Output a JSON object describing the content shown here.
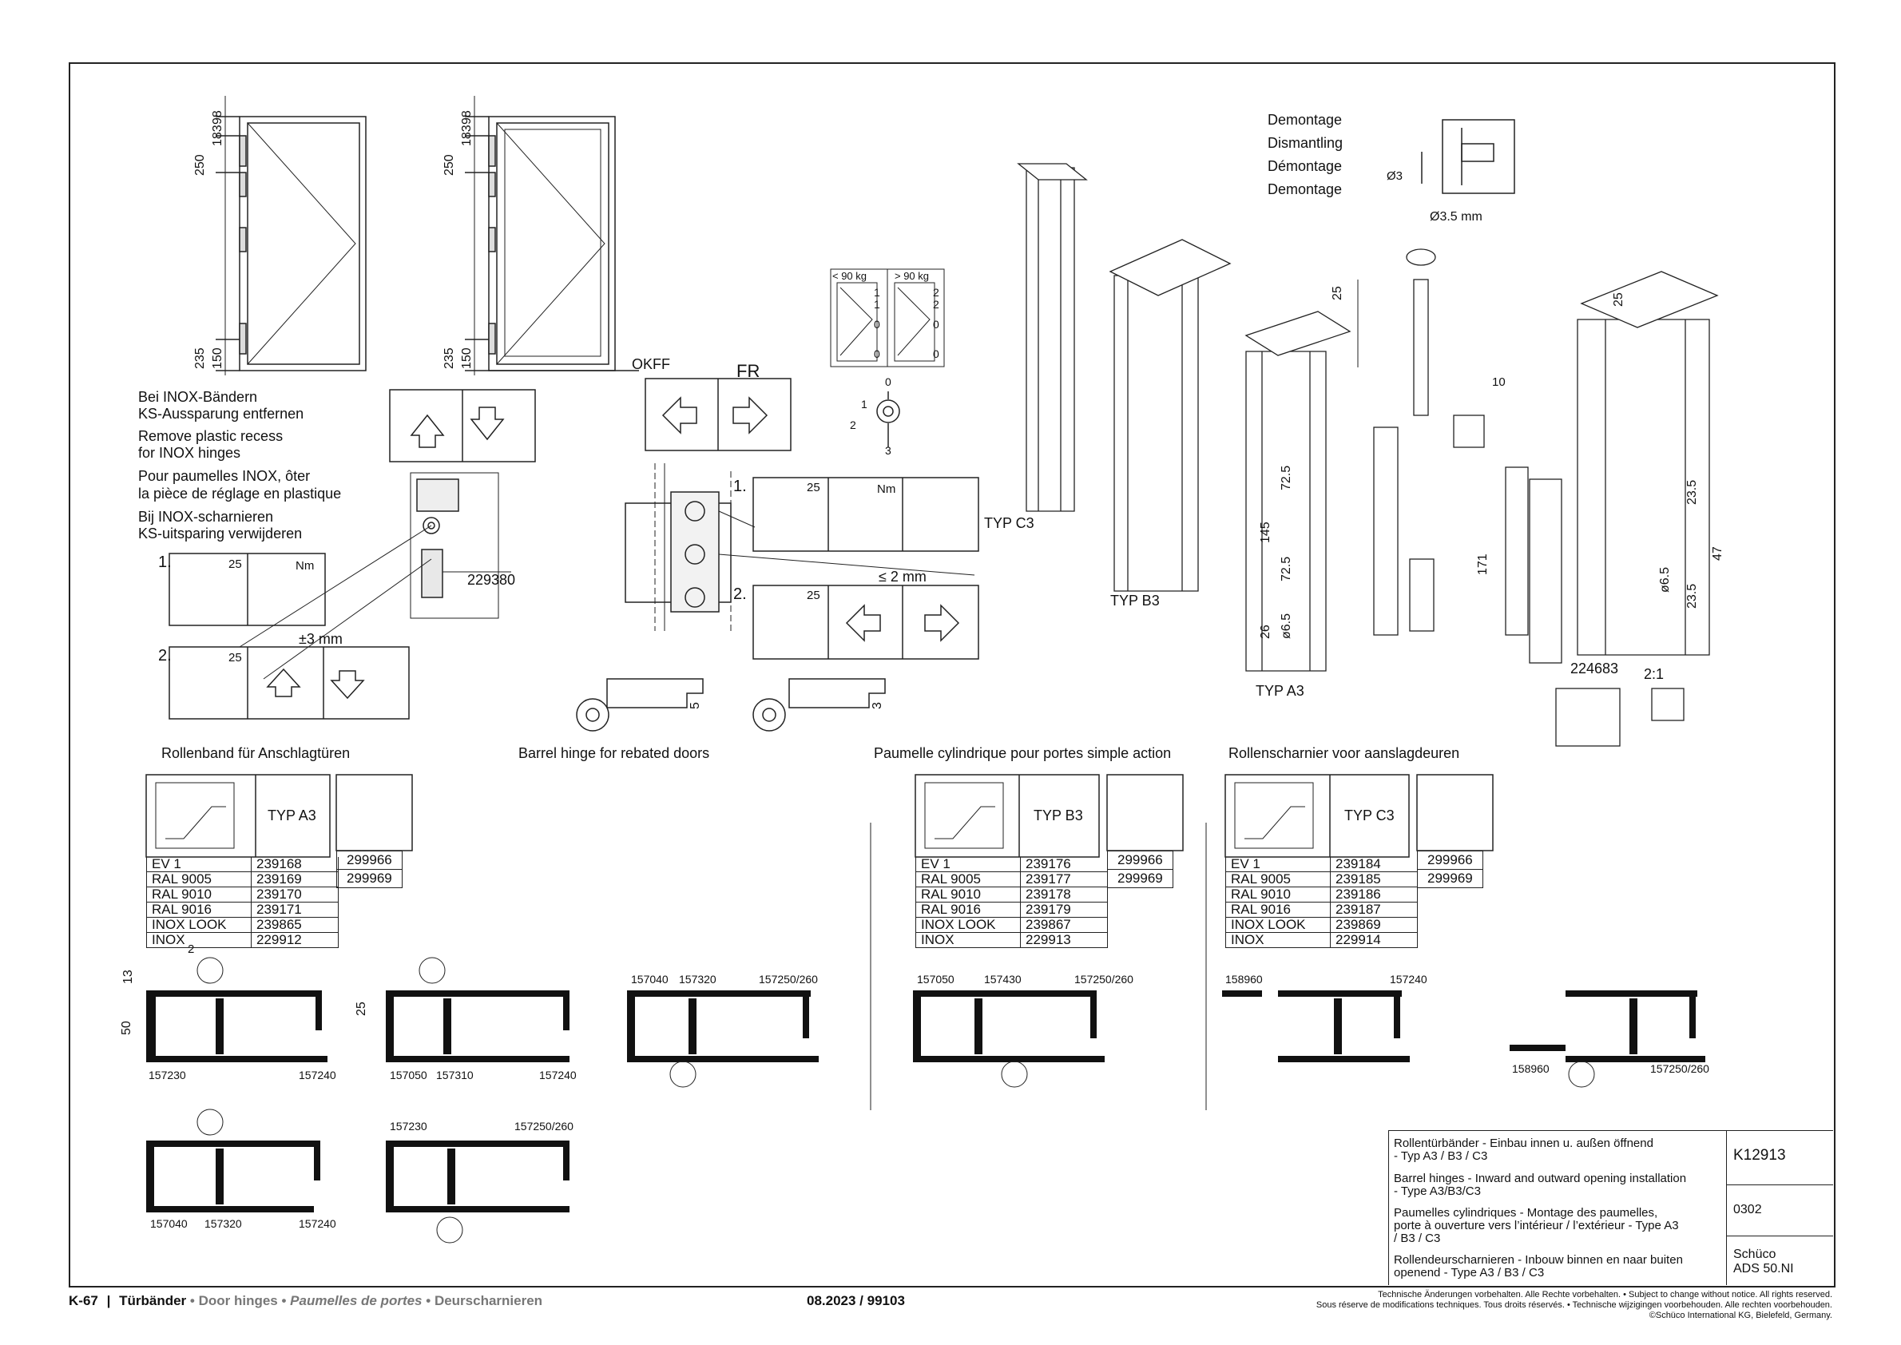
{
  "dismantling": {
    "de": "Demontage",
    "en": "Dismantling",
    "fr": "Démontage",
    "nl": "Demontage",
    "pin_dim": "Ø3",
    "drill_dim": "Ø3.5 mm"
  },
  "inox_note": {
    "de1": "Bei INOX-Bändern",
    "de2": "KS-Aussparung entfernen",
    "en1": "Remove plastic recess",
    "en2": "for INOX hinges",
    "fr1": "Pour paumelles INOX, ôter",
    "fr2": "la pièce de réglage en plastique",
    "nl1": "Bij INOX-scharnieren",
    "nl2": "KS-uitsparing verwijderen"
  },
  "steps": {
    "s1": "1.",
    "s2": "2.",
    "torx": "25",
    "nm": "Nm",
    "torx10": "10"
  },
  "labels": {
    "okff": "OKFF",
    "fr": "FR",
    "part_229380": "229380",
    "adj_3mm": "±3 mm",
    "adj_2mm": "≤ 2 mm",
    "kg_lt90": "< 90 kg",
    "kg_gt90": "> 90 kg",
    "typ_c3": "TYP C3",
    "typ_b3": "TYP B3",
    "typ_a3": "TYP A3",
    "part_224683": "224683",
    "scale": "2:1"
  },
  "dims": {
    "d98": "98",
    "d183": "183",
    "d250": "250",
    "d235": "235",
    "d150": "150",
    "d25": "25",
    "d72_5": "72.5",
    "d145": "145",
    "d26": "26",
    "d6_5": "ø6.5",
    "d171": "171",
    "d23_5": "23.5",
    "d47": "47",
    "d5": "5",
    "d3": "3",
    "d2": "2",
    "d13": "13",
    "d50": "50",
    "seq": [
      "1",
      "1",
      "0",
      "0",
      "2",
      "2",
      "0",
      "0"
    ],
    "rot": [
      "0",
      "1",
      "2",
      "3"
    ]
  },
  "headings": {
    "de": "Rollenband für Anschlagtüren",
    "en": "Barrel hinge for rebated doors",
    "fr": "Paumelle cylindrique pour portes simple action",
    "nl": "Rollenscharnier voor aanslagdeuren"
  },
  "tables": [
    {
      "type": "TYP A3",
      "rows": [
        [
          "EV 1",
          "239168"
        ],
        [
          "RAL 9005",
          "239169"
        ],
        [
          "RAL 9010",
          "239170"
        ],
        [
          "RAL 9016",
          "239171"
        ],
        [
          "INOX LOOK",
          "239865"
        ],
        [
          "INOX",
          "229912"
        ]
      ],
      "drill": [
        "299966",
        "299969"
      ]
    },
    {
      "type": "TYP B3",
      "rows": [
        [
          "EV 1",
          "239176"
        ],
        [
          "RAL 9005",
          "239177"
        ],
        [
          "RAL 9010",
          "239178"
        ],
        [
          "RAL 9016",
          "239179"
        ],
        [
          "INOX LOOK",
          "239867"
        ],
        [
          "INOX",
          "229913"
        ]
      ],
      "drill": [
        "299966",
        "299969"
      ]
    },
    {
      "type": "TYP C3",
      "rows": [
        [
          "EV 1",
          "239184"
        ],
        [
          "RAL 9005",
          "239185"
        ],
        [
          "RAL 9010",
          "239186"
        ],
        [
          "RAL 9016",
          "239187"
        ],
        [
          "INOX LOOK",
          "239869"
        ],
        [
          "INOX",
          "229914"
        ]
      ],
      "drill": [
        "299966",
        "299969"
      ]
    }
  ],
  "profiles": {
    "p157230": "157230",
    "p157240": "157240",
    "p157050": "157050",
    "p157310": "157310",
    "p157040": "157040",
    "p157320": "157320",
    "p157250_260": "157250/260",
    "p157430": "157430",
    "p158960": "158960"
  },
  "title_block": {
    "de": "Rollentürbänder - Einbau innen u. außen öffnend - Typ A3 / B3 / C3",
    "de_a": "Rollentürbänder - Einbau innen u. außen öffnend",
    "de_b": " - Typ A3 / B3 / C3",
    "en_a": "Barrel hinges - Inward and outward opening installation",
    "en_b": "- Type A3/B3/C3",
    "fr_a": "Paumelles cylindriques - Montage des paumelles,",
    "fr_b": "porte à ouverture vers l’intérieur / l’extérieur - Type A3",
    "fr_c": "/ B3 / C3",
    "nl_a": "Rollendeurscharnieren - Inbouw binnen en naar buiten",
    "nl_b": "openend - Type A3 / B3 / C3",
    "drawing_no": "K12913",
    "date_code": "0302",
    "brand": "Schüco",
    "system": "ADS 50.NI"
  },
  "footer": {
    "page": "K-67",
    "sep": "|",
    "de": "Türbänder",
    "bullet": "•",
    "en": "Door hinges",
    "fr": "Paumelles de portes",
    "nl": "Deurscharnieren",
    "edition": "08.2023 / 99103",
    "legal1": "Technische Änderungen vorbehalten. Alle Rechte vorbehalten. • Subject to change without notice. All rights reserved.",
    "legal2": "Sous réserve de modifications techniques. Tous droits réservés. • Technische wijzigingen voorbehouden. Alle rechten voorbehouden.",
    "legal3": "©Schüco International KG, Bielefeld, Germany."
  }
}
